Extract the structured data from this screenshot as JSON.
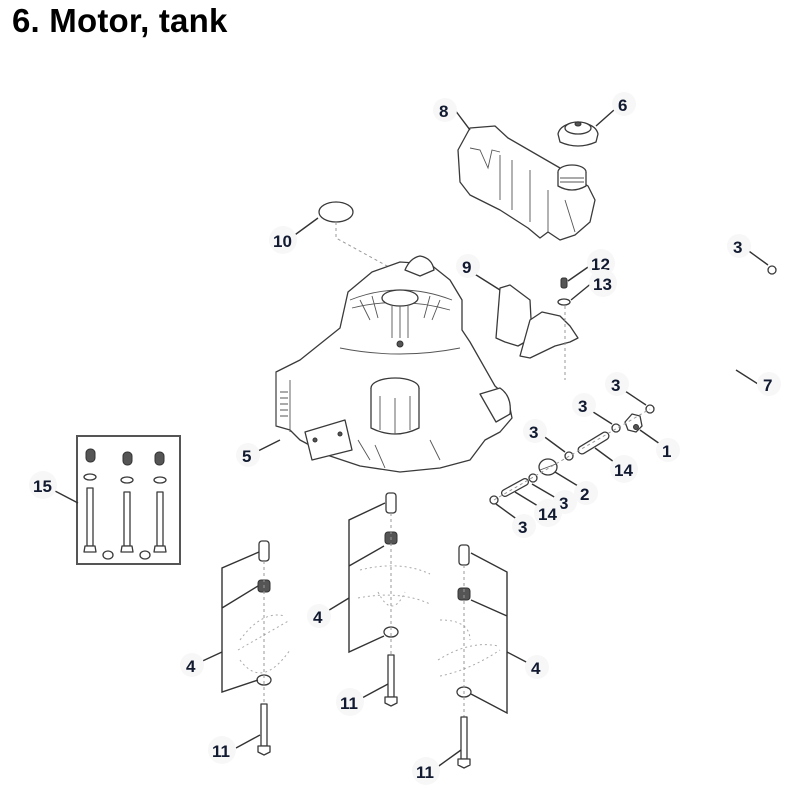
{
  "page": {
    "title": "6. Motor, tank"
  },
  "diagram": {
    "callout_color": "#111a30",
    "callouts": [
      {
        "id": "c1",
        "label": "1",
        "part": "fuel-tap"
      },
      {
        "id": "c2",
        "label": "2",
        "part": "fuel-filter"
      },
      {
        "id": "c3a",
        "label": "3",
        "part": "hose-clamp"
      },
      {
        "id": "c3b",
        "label": "3",
        "part": "hose-clamp"
      },
      {
        "id": "c3c",
        "label": "3",
        "part": "hose-clamp"
      },
      {
        "id": "c3d",
        "label": "3",
        "part": "hose-clamp"
      },
      {
        "id": "c3e",
        "label": "3",
        "part": "hose-clamp"
      },
      {
        "id": "c3f",
        "label": "3",
        "part": "hose-clamp"
      },
      {
        "id": "c4a",
        "label": "4",
        "part": "engine-mount-set"
      },
      {
        "id": "c4b",
        "label": "4",
        "part": "engine-mount-set"
      },
      {
        "id": "c4c",
        "label": "4",
        "part": "engine-mount-set"
      },
      {
        "id": "c5",
        "label": "5",
        "part": "engine"
      },
      {
        "id": "c6",
        "label": "6",
        "part": "tank-cap"
      },
      {
        "id": "c7",
        "label": "7",
        "part": "fuel-hose"
      },
      {
        "id": "c8",
        "label": "8",
        "part": "fuel-tank"
      },
      {
        "id": "c9",
        "label": "9",
        "part": "tank-bracket"
      },
      {
        "id": "c10",
        "label": "10",
        "part": "o-ring"
      },
      {
        "id": "c11a",
        "label": "11",
        "part": "bolt"
      },
      {
        "id": "c11b",
        "label": "11",
        "part": "bolt"
      },
      {
        "id": "c11c",
        "label": "11",
        "part": "bolt"
      },
      {
        "id": "c12",
        "label": "12",
        "part": "screw"
      },
      {
        "id": "c13",
        "label": "13",
        "part": "washer"
      },
      {
        "id": "c14a",
        "label": "14",
        "part": "hose-section"
      },
      {
        "id": "c14b",
        "label": "14",
        "part": "hose-section"
      },
      {
        "id": "c15",
        "label": "15",
        "part": "mounting-kit"
      }
    ]
  }
}
